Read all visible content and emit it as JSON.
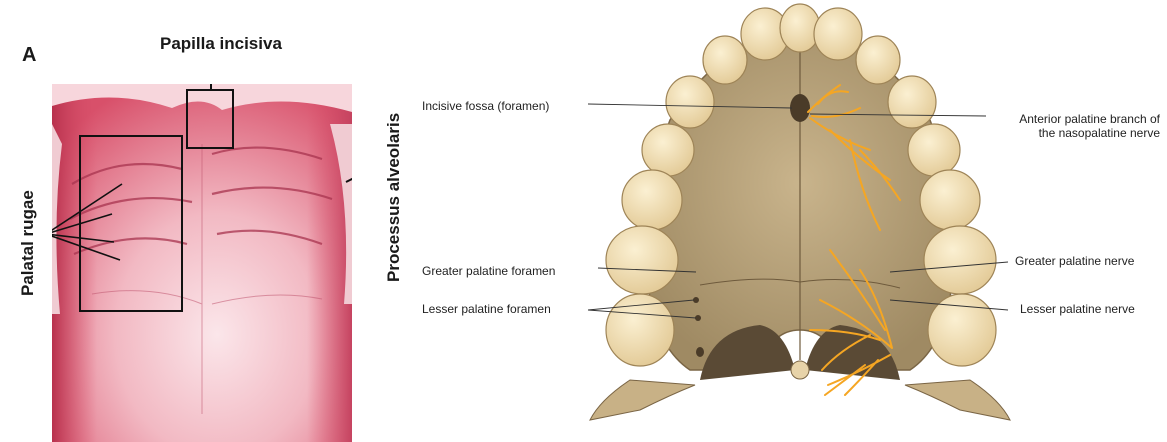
{
  "panel_a": {
    "letter": "A",
    "labels": {
      "papilla": "Papilla incisiva",
      "rugae": "Palatal rugae",
      "alveolaris": "Processus alveolaris"
    },
    "colors": {
      "mucosa": "#d8506a",
      "mucosa_light": "#f3c9cf",
      "box": "#1a1a1a"
    }
  },
  "panel_b": {
    "left_callouts": [
      "Incisive fossa (foramen)",
      "Greater palatine foramen",
      "Lesser palatine foramen"
    ],
    "right_callouts": {
      "anterior_line1": "Anterior palatine branch of",
      "anterior_line2": "the nasopalatine nerve",
      "greater_nerve": "Greater palatine nerve",
      "lesser_nerve": "Lesser palatine nerve"
    },
    "colors": {
      "bone": "#b9a27a",
      "teeth": "#f1dfb2",
      "nerve": "#f5a623",
      "shadow": "#8c7a58"
    }
  }
}
